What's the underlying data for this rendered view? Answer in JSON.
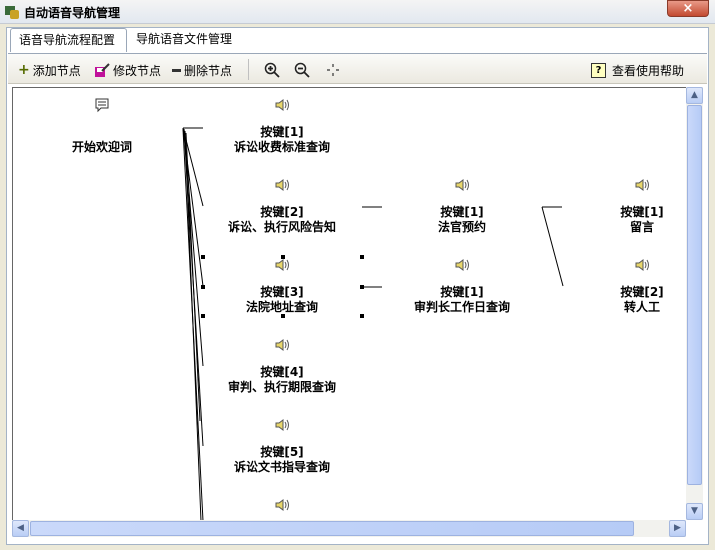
{
  "window": {
    "title": "自动语音导航管理",
    "close_label": "×"
  },
  "tabs": [
    {
      "label": "语音导航流程配置",
      "active": true
    },
    {
      "label": "导航语音文件管理",
      "active": false
    }
  ],
  "toolbar": {
    "add": "添加节点",
    "edit": "修改节点",
    "delete": "删除节点",
    "help": "查看使用帮助"
  },
  "flow": {
    "root": {
      "label": "开始欢迎词"
    },
    "level1": [
      {
        "key": "按键[1]",
        "label": "诉讼收费标准查询"
      },
      {
        "key": "按键[2]",
        "label": "诉讼、执行风险告知"
      },
      {
        "key": "按键[3]",
        "label": "法院地址查询"
      },
      {
        "key": "按键[4]",
        "label": "审判、执行期限查询"
      },
      {
        "key": "按键[5]",
        "label": "诉讼文书指导查询"
      }
    ],
    "level2": [
      {
        "key": "按键[1]",
        "label": "法官预约"
      },
      {
        "key": "按键[1]",
        "label": "审判长工作日查询"
      }
    ],
    "level3": [
      {
        "key": "按键[1]",
        "label": "留言"
      },
      {
        "key": "按键[2]",
        "label": "转人工"
      }
    ]
  }
}
